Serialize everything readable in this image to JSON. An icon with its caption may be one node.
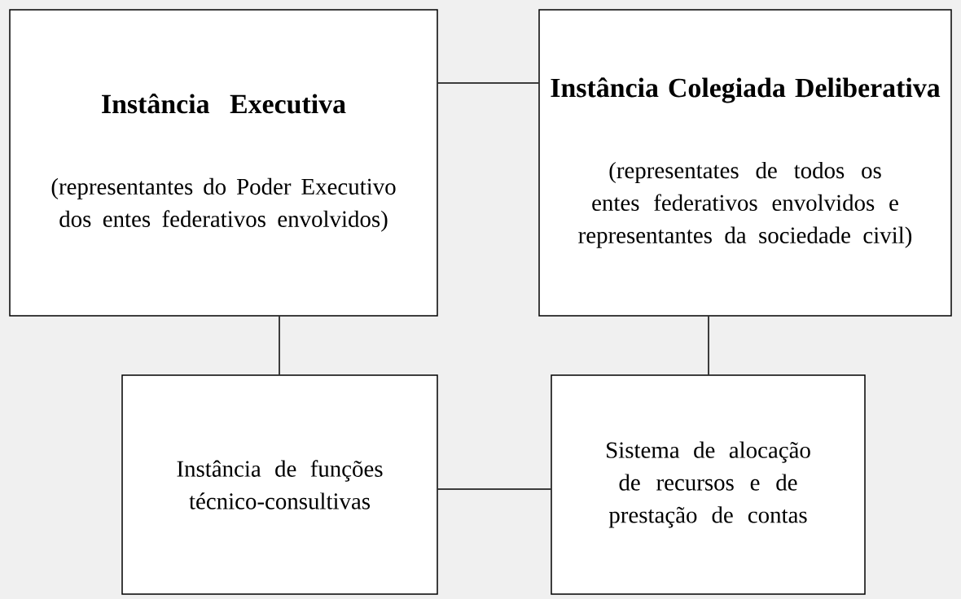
{
  "diagram": {
    "nodes": [
      {
        "text": [
          "Instância Executiva",
          "(representantes do Poder Executivo dos entes federativos envolvidos)"
        ]
      },
      {
        "text": [
          "Instância Colegiada Deliberativa",
          "(representates de todos os entes federativos envolvidos e representantes da sociedade civil)"
        ]
      },
      {
        "text": [
          "Instância de funções técnico-consultivas"
        ]
      },
      {
        "text": [
          "Sistema de alocação de recursos e de prestação de contas"
        ]
      }
    ],
    "edges": [
      {
        "from": 0,
        "to": 1,
        "arrow": "none"
      },
      {
        "from": 0,
        "to": 2,
        "arrow": "none"
      },
      {
        "from": 1,
        "to": 3,
        "arrow": "none"
      },
      {
        "from": 2,
        "to": 3,
        "arrow": "none"
      }
    ]
  }
}
